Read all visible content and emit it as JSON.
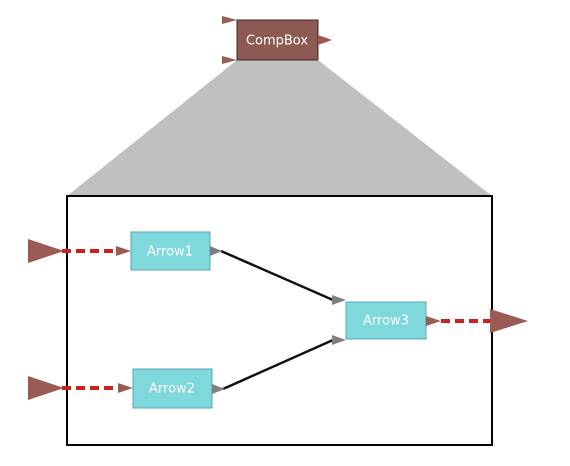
{
  "composite": {
    "label": "CompBox",
    "fill": "#8c5a52",
    "port_color": "#9c5a55"
  },
  "nodes": [
    {
      "id": "arrow1",
      "label": "Arrow1"
    },
    {
      "id": "arrow2",
      "label": "Arrow2"
    },
    {
      "id": "arrow3",
      "label": "Arrow3"
    }
  ],
  "colors": {
    "node_fill": "#7fd8dc",
    "node_stroke": "#5aa6ab",
    "expansion_wedge": "#c0c0c0",
    "frame_stroke": "#000000",
    "external_link": "#cc1f1f",
    "internal_link": "#111111",
    "inner_port": "#808080"
  },
  "edges": [
    {
      "from": "external-in-top",
      "to": "arrow1",
      "style": "dashed"
    },
    {
      "from": "external-in-bottom",
      "to": "arrow2",
      "style": "dashed"
    },
    {
      "from": "arrow1",
      "to": "arrow3",
      "style": "solid"
    },
    {
      "from": "arrow2",
      "to": "arrow3",
      "style": "solid"
    },
    {
      "from": "arrow3",
      "to": "external-out",
      "style": "dashed"
    }
  ]
}
